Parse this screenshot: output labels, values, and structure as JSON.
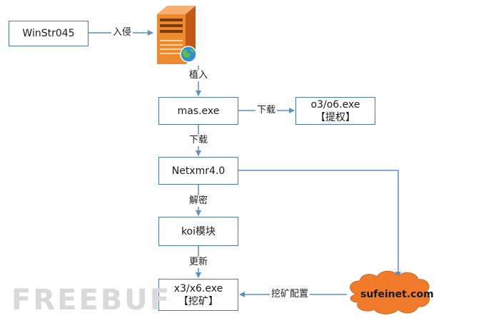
{
  "nodes": {
    "winstr": "WinStr045",
    "mas": "mas.exe",
    "o3_line1": "o3/o6.exe",
    "o3_line2": "【提权】",
    "netxmr": "Netxmr4.0",
    "koi": "koi模块",
    "x3_line1": "x3/x6.exe",
    "x3_line2": "【挖矿】",
    "cloud": "sufeinet.com"
  },
  "edges": {
    "invade": "入侵",
    "implant": "植入",
    "download_o3": "下载",
    "download_netxmr": "下载",
    "decrypt": "解密",
    "update": "更新",
    "mining_config": "挖矿配置"
  },
  "watermark": "FREEBUF",
  "colors": {
    "line": "#5b8fc9",
    "box_border": "#4a7ab5",
    "cloud_fill": "#f07b2a",
    "server_orange": "#f08a2e"
  }
}
